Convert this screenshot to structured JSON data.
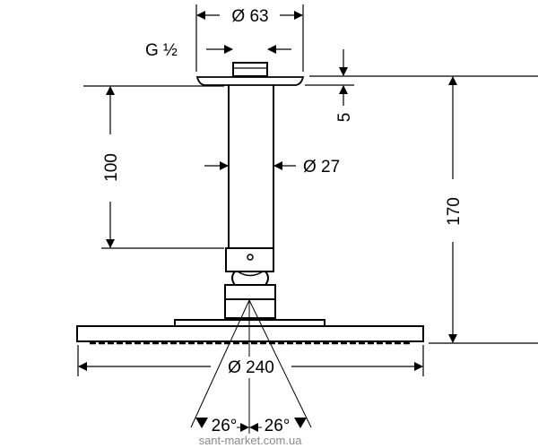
{
  "drawing": {
    "dim_flange_diameter": "Ø 63",
    "dim_thread": "G ½",
    "dim_flange_thickness": "5",
    "dim_pipe_diameter": "Ø 27",
    "dim_pipe_length": "100",
    "dim_total_height": "170",
    "dim_head_diameter": "Ø 240",
    "angle_left": "26°",
    "angle_right": "26°"
  },
  "watermark": "sant-market.com.ua"
}
